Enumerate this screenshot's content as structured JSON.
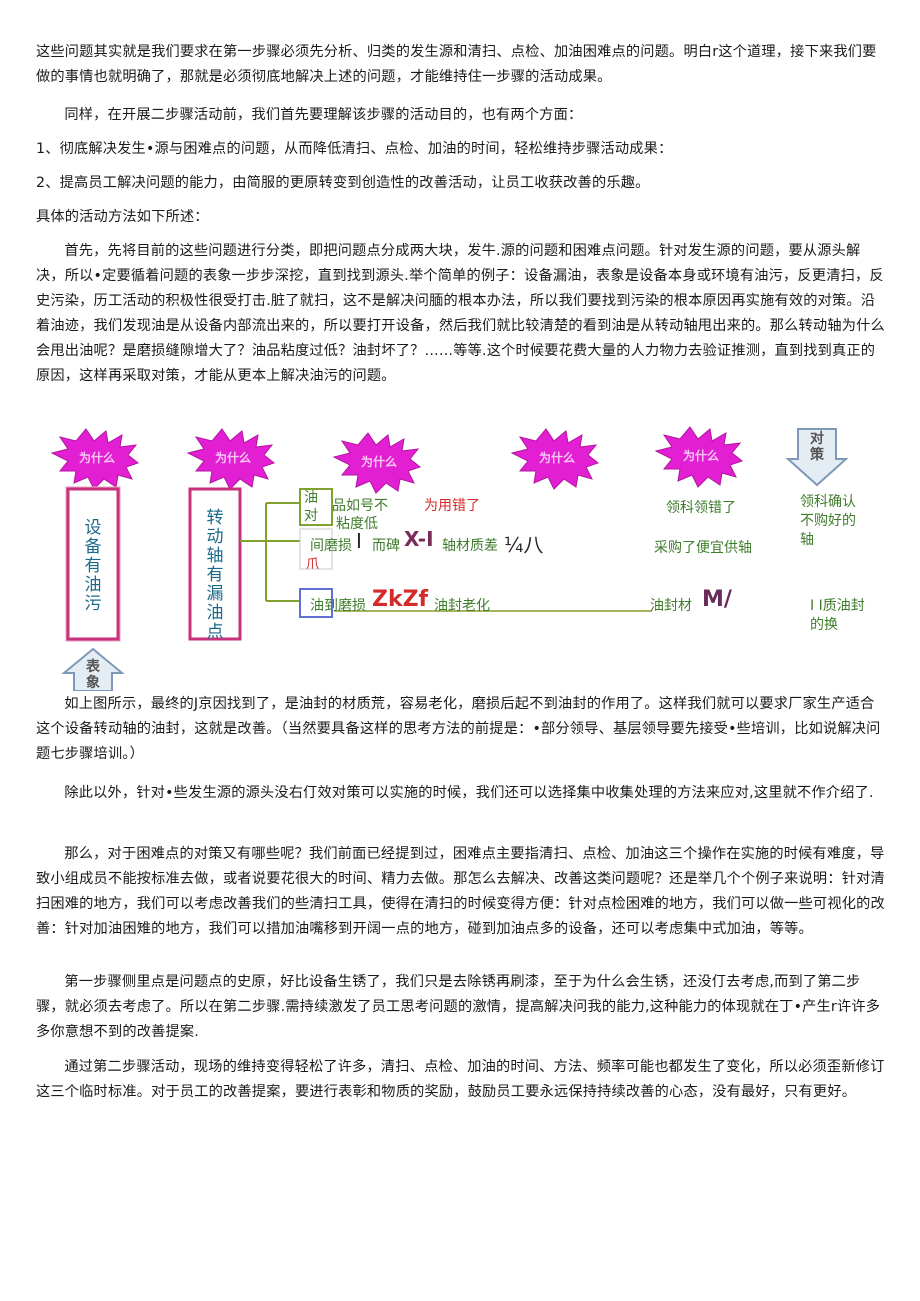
{
  "paragraphs": {
    "p1": "这些问题其实就是我们要求在第一步骤必须先分析、归类的发生源和清扫、点检、加油困难点的问题。明白r这个道理，接下来我们要做的事情也就明确了，那就是必须彻底地解决上述的问题，才能维持住一步骤的活动成果。",
    "p2": "同样，在开展二步骤活动前，我们首先要理解该步骤的活动目的，也有两个方面：",
    "p3": "1、彻底解决发生•源与困难点的问题，从而降低清扫、点检、加油的时间，轻松维持步骤活动成果：",
    "p4": "2、提高员工解决问题的能力，由简服的更原转变到创造性的改善活动，让员工收获改善的乐趣。",
    "p5": "具体的活动方法如下所述：",
    "p6": "首先，先将目前的这些问题进行分类，即把问题点分成两大块，发牛.源的问题和困难点问题。针对发生源的问题，要从源头解决，所以•定要循着问题的表象一步步深挖，直到找到源头.举个简单的例子：设备漏油，表象是设备本身或环境有油污，反更清扫，反史污染，历工活动的积极性很受打击.脏了就扫，这不是解决问腼的根本办法，所以我们要找到污染的根本原因再实施有效的对策。沿着油迹，我们发现油是从设备内部流出来的，所以要打开设备，然后我们就比较清楚的看到油是从转动轴甩出来的。那么转动轴为什么会甩出油呢？是磨损缝隙增大了？油品粘度过低？油封坏了？……等等.这个时候要花费大量的人力物力去验证推测，直到找到真正的原因，这样再采取对策，才能从更本上解决油污的问题。",
    "p7": "如上图所示，最终的J京因找到了，是油封的材质荒，容易老化，磨损后起不到油封的作用了。这样我们就可以要求厂家生产适合这个设备转动轴的油封，这就是改善。（当然要具备这样的思考方法的前提是：•部分领导、基层领导要先接受•些培训，比如说解决问题七步骤培训。）",
    "p8": "除此以外，针对•些发生源的源头没右仃效对策可以实施的时候，我们还可以选择集中收集处理的方法来应对,这里就不作介绍了.",
    "p9": "那么，对于困难点的对策又有哪些呢？我们前面已经提到过，困难点主要指清扫、点检、加油这三个操作在实施的时候有难度，导致小组成员不能按标准去做，或者说要花很大的时间、精力去做。那怎么去解决、改善这类问题呢？还是举几个个例子来说明：针对清扫困难的地方，我们可以考虑改善我们的些清扫工具，使得在清扫的时候变得方便：针对点检困难的地方，我们可以做一些可视化的改善：针对加油困雉的地方，我们可以措加油嘴移到开阔一点的地方，碰到加油点多的设备，还可以考虑集中式加油，等等。",
    "p10": "第一步骤侧里点是问题点的史原，好比设备生锈了，我们只是去除锈再刷漆，至于为什么会生锈，还没仃去考虑,而到了第二步骤，就必须去考虑了。所以在第二步骤.需持续激发了员工思考问题的激情，提高解决问我的能力,这种能力的体现就在丁•产生r许许多多你意想不到的改善提案.",
    "p11": "通过第二步骤活动，现场的维持变得轻松了许多，清扫、点检、加油的时间、方法、频率可能也都发生了变化，所以必须歪新修订这三个临时标准。对于员工的改善提案，要进行表彰和物质的奖励，鼓励员工要永远保持持续改善的心态，没有最好，只有更好。"
  },
  "diagram": {
    "bursts": [
      "为什么",
      "为什么",
      "为什么",
      "为什么",
      "为什么"
    ],
    "symptom_box": "设备有油污",
    "cause_box": "转动轴有漏油点",
    "branch_left_chars": "油对",
    "branch_mid_char": "爪",
    "row1": {
      "a": "品如号不",
      "b": "粘度低",
      "c": "为用错了",
      "d": "领科领错了",
      "e": "领科确认不购好的轴"
    },
    "row2": {
      "a": "间磨损",
      "b": "I",
      "c": "而碑",
      "d": "X-I",
      "e": "轴材质差",
      "f": "¼八",
      "g": "采购了便宜供轴"
    },
    "row3": {
      "a": "油到磨损",
      "b": "ZkZf",
      "c": "油封老化",
      "d": "油封材",
      "e": "M/",
      "f": "I Ⅰ质油封的换"
    },
    "countermeasure_arrow": "对策",
    "appearance_arrow": "表象",
    "colors": {
      "burst": "#e21fd2",
      "box_outline": "#c8327c",
      "text_green": "#3f7d2c",
      "text_red": "#d42a2a",
      "line": "#7fa22f"
    }
  }
}
